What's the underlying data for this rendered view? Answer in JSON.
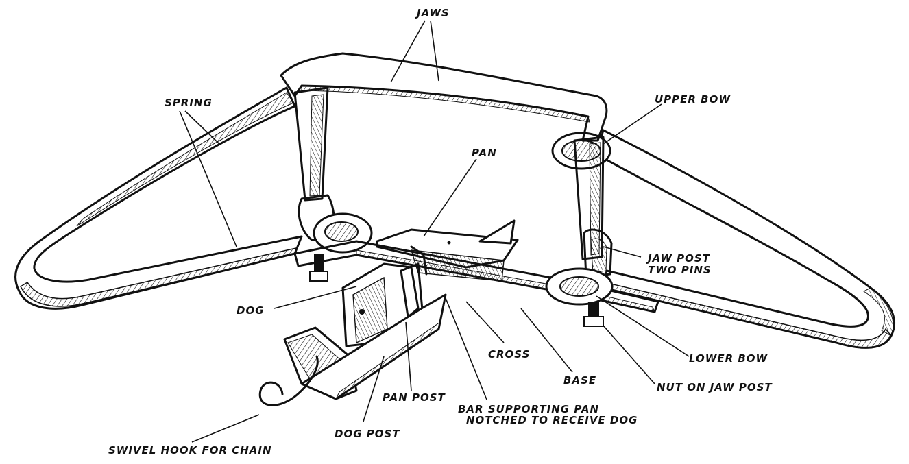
{
  "diagram": {
    "labels": {
      "jaws": "JAWS",
      "spring": "SPRING",
      "upper_bow": "UPPER BOW",
      "pan": "PAN",
      "jaw_post_line1": "JAW POST",
      "jaw_post_line2": "TWO PINS",
      "dog": "DOG",
      "cross": "CROSS",
      "base": "BASE",
      "lower_bow": "LOWER BOW",
      "nut_on_jaw_post": "NUT ON JAW POST",
      "pan_post": "PAN POST",
      "bar_line1": "BAR SUPPORTING PAN",
      "bar_line2": "NOTCHED TO RECEIVE DOG",
      "dog_post": "DOG POST",
      "swivel_hook": "SWIVEL HOOK FOR CHAIN"
    }
  }
}
